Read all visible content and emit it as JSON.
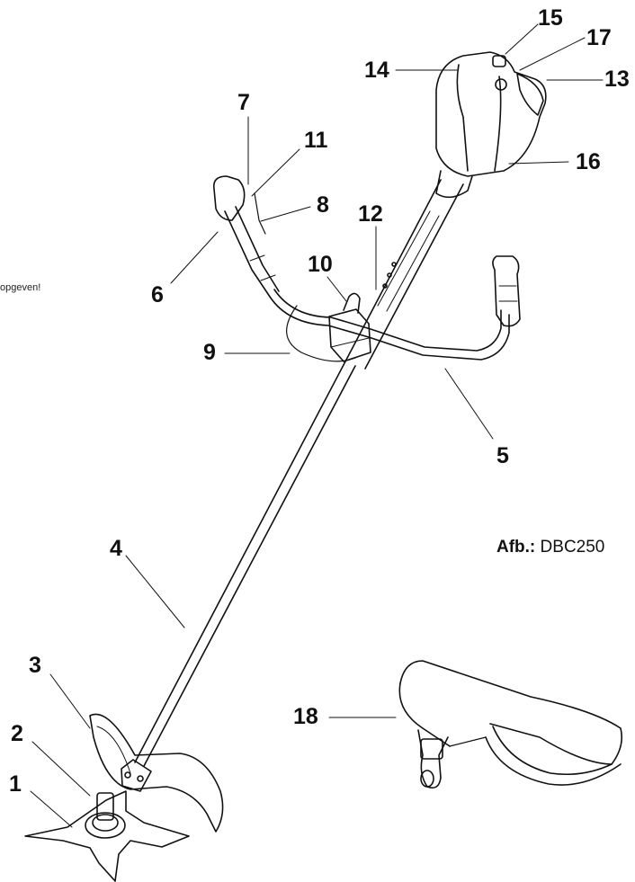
{
  "side_note": "opgeven!",
  "caption": {
    "prefix": "Afb.:",
    "model": "DBC250"
  },
  "labels": {
    "n1": "1",
    "n2": "2",
    "n3": "3",
    "n4": "4",
    "n5": "5",
    "n6": "6",
    "n7": "7",
    "n8": "8",
    "n9": "9",
    "n10": "10",
    "n11": "11",
    "n12": "12",
    "n13": "13",
    "n14": "14",
    "n15": "15",
    "n16": "16",
    "n17": "17",
    "n18": "18"
  }
}
